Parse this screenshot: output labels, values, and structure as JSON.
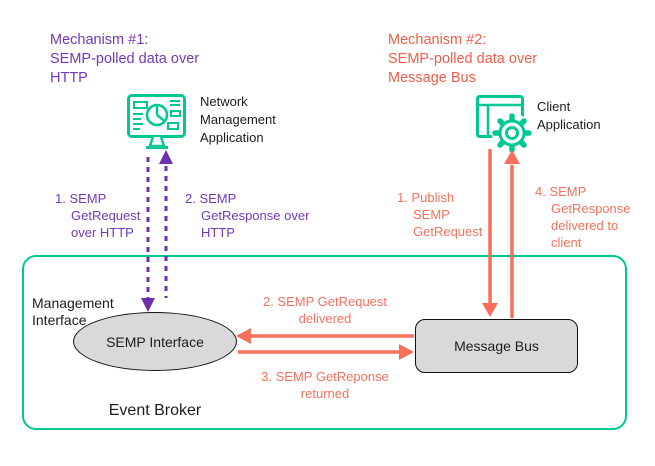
{
  "colors": {
    "green": "#00C895",
    "purple": "#7438BD",
    "salmon": "#F8705C",
    "salmon_title": "#F65C49",
    "node_fill": "#D9D9D9",
    "text": "#1D1D1D"
  },
  "mechanism1": {
    "title": "Mechanism #1:\nSEMP-polled data over\nHTTP",
    "app_icon": "monitor-dashboard-icon",
    "app_label": "Network\nManagement\nApplication",
    "step1": "1. SEMP\nGetRequest\nover HTTP",
    "step2": "2. SEMP\nGetResponse over\nHTTP"
  },
  "mechanism2": {
    "title": "Mechanism #2:\nSEMP-polled data over\nMessage Bus",
    "app_icon": "window-gear-icon",
    "app_label": "Client\nApplication",
    "step1": "1. Publish\nSEMP\nGetRequest",
    "step2": "2. SEMP GetRequest\ndelivered",
    "step3": "3. SEMP GetReponse\nreturned",
    "step4": "4. SEMP\nGetResponse\ndelivered to\nclient"
  },
  "event_broker": {
    "label": "Event Broker",
    "management_interface_label": "Management\nInterface",
    "semp_interface_label": "SEMP Interface",
    "message_bus_label": "Message Bus"
  }
}
